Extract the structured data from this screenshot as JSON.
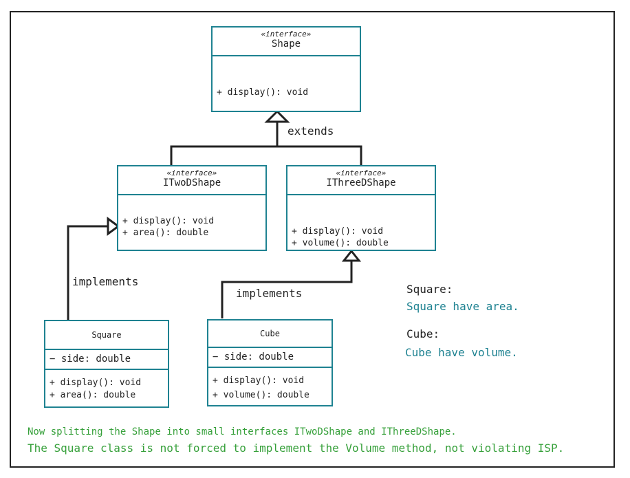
{
  "interfaces": {
    "shape": {
      "stereotype": "«interface»",
      "name": "Shape",
      "ops": [
        "+ display(): void"
      ]
    },
    "itwod": {
      "stereotype": "«interface»",
      "name": "ITwoDShape",
      "ops": [
        "+ display(): void",
        "+ area(): double"
      ]
    },
    "ithreed": {
      "stereotype": "«interface»",
      "name": "IThreeDShape",
      "ops": [
        "+ display(): void",
        "+ volume(): double"
      ]
    }
  },
  "classes": {
    "square": {
      "name": "Square",
      "attr": "− side: double",
      "ops": [
        "+ display(): void",
        "+ area(): double"
      ]
    },
    "cube": {
      "name": "Cube",
      "attr": "− side: double",
      "ops": [
        "+ display(): void",
        "+ volume(): double"
      ]
    }
  },
  "relations": {
    "extends_label": "extends",
    "implements_left": "implements",
    "implements_right": "implements"
  },
  "side_notes": {
    "square_title": "Square:",
    "square_text": "Square have area.",
    "cube_title": "Cube:",
    "cube_text": "Cube have volume."
  },
  "footer": {
    "line1": "Now splitting the Shape into small interfaces ITwoDShape and IThreeDShape.",
    "line2": "The Square class is not forced to implement the Volume method, not violating ISP."
  },
  "colors": {
    "box_border": "#1e8291",
    "note_teal": "#1e8291",
    "footer_green": "#36a03a",
    "line": "#222222"
  }
}
